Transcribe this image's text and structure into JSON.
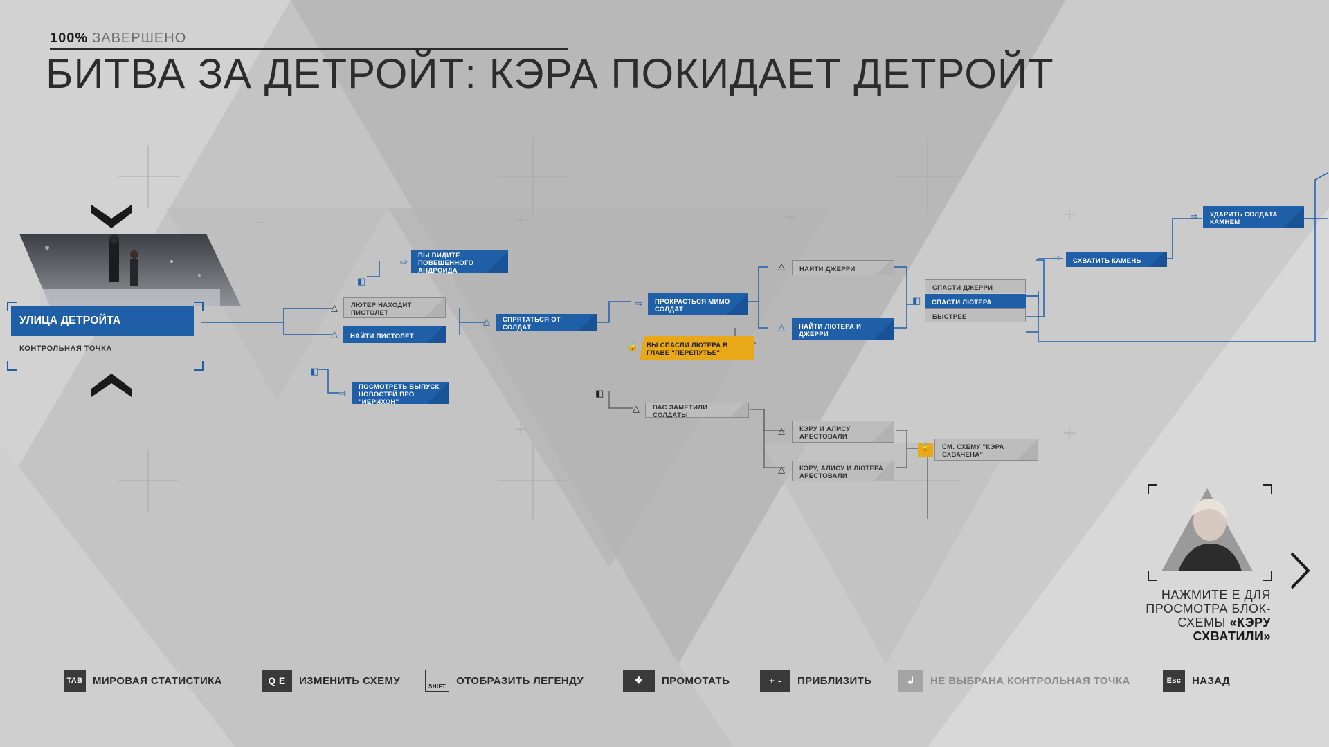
{
  "header": {
    "completion_percent": "100%",
    "completion_label": "ЗАВЕРШЕНО",
    "title": "БИТВА ЗА ДЕТРОЙТ: КЭРА ПОКИДАЕТ ДЕТРОЙТ"
  },
  "start": {
    "title": "УЛИЦА ДЕТРОЙТА",
    "subtitle": "КОНТРОЛЬНАЯ ТОЧКА"
  },
  "nodes": {
    "seen_android": "ВЫ ВИДИТЕ ПОВЕШЕННОГО АНДРОИДА",
    "luther_finds_gun": "ЛЮТЕР НАХОДИТ ПИСТОЛЕТ",
    "find_gun": "НАЙТИ ПИСТОЛЕТ",
    "hide_from_soldiers": "СПРЯТАТЬСЯ ОТ СОЛДАТ",
    "sneak_past": "ПРОКРАСТЬСЯ МИМО СОЛДАТ",
    "saved_luther": "ВЫ СПАСЛИ ЛЮТЕРА В ГЛАВЕ \"ПЕРЕПУТЬЕ\"",
    "watch_news": "ПОСМОТРЕТЬ ВЫПУСК НОВОСТЕЙ ПРО \"ИЕРИХОН\"",
    "find_jerry": "НАЙТИ ДЖЕРРИ",
    "find_luther_jerry": "НАЙТИ ЛЮТЕРА И ДЖЕРРИ",
    "save_jerry": "СПАСТИ ДЖЕРРИ",
    "save_luther": "СПАСТИ ЛЮТЕРА",
    "faster": "БЫСТРЕЕ",
    "grab_stone": "СХВАТИТЬ КАМЕНЬ",
    "hit_soldier": "УДАРИТЬ СОЛДАТА КАМНЕМ",
    "spotted": "ВАС ЗАМЕТИЛИ СОЛДАТЫ",
    "kara_alice_arrested": "КЭРУ И АЛИСУ АРЕСТОВАЛИ",
    "all_arrested": "КЭРУ, АЛИСУ И ЛЮТЕРА АРЕСТОВАЛИ",
    "see_captured": "СМ. СХЕМУ \"КЭРА СХВАЧЕНА\""
  },
  "preview": {
    "line1": "НАЖМИТЕ E ДЛЯ",
    "line2": "ПРОСМОТРА БЛОК-",
    "line3": "СХЕМЫ",
    "target": "«КЭРУ СХВАТИЛИ»"
  },
  "controls": [
    {
      "key": "TAB",
      "label": "МИРОВАЯ СТАТИСТИКА"
    },
    {
      "key": "Q E",
      "label": "ИЗМЕНИТЬ СХЕМУ"
    },
    {
      "key": "SHIFT",
      "label": "ОТОБРАЗИТЬ ЛЕГЕНДУ"
    },
    {
      "key": "",
      "label": "ПРОМОТАТЬ"
    },
    {
      "key": "+ -",
      "label": "ПРИБЛИЗИТЬ"
    },
    {
      "key": "",
      "label": "НЕ ВЫБРАНА КОНТРОЛЬНАЯ ТОЧКА"
    },
    {
      "key": "Esc",
      "label": "НАЗАД"
    }
  ],
  "colors": {
    "accent_blue": "#1f5fa8",
    "gold": "#e8a818",
    "background": "#c6c6c6"
  }
}
